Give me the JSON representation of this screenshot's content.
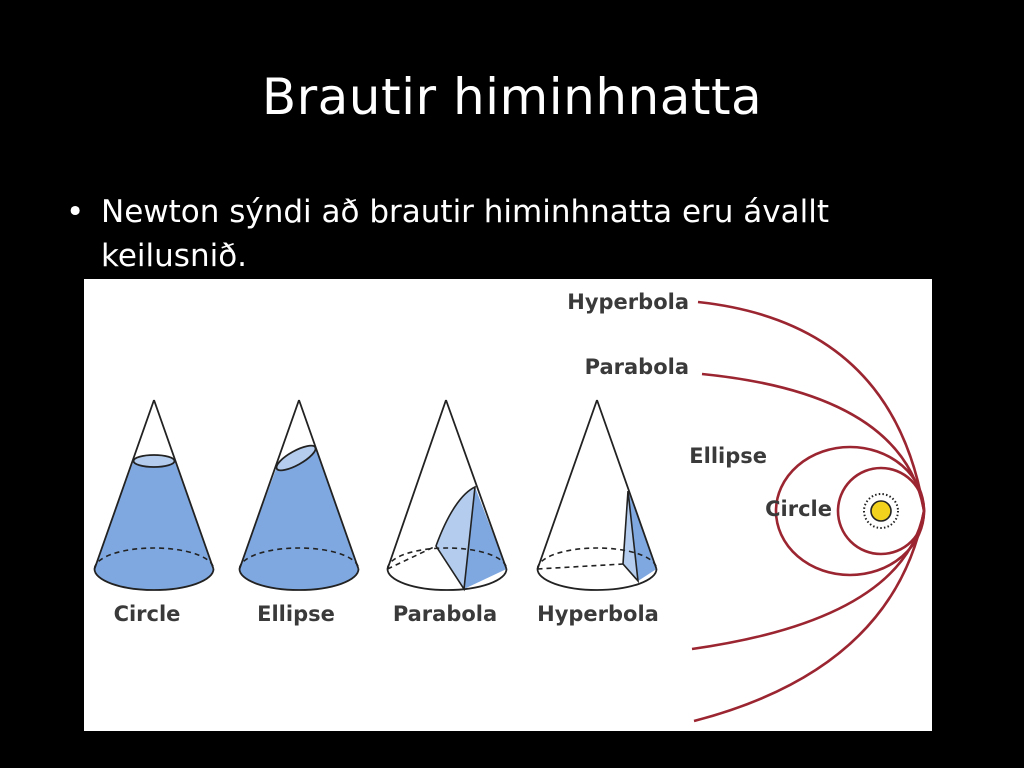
{
  "slide": {
    "title": "Brautir himinhnatta",
    "bullet_symbol": "•",
    "bullet_text": "Newton sýndi að brautir himinhnatta eru ávallt keilusnið."
  },
  "figure": {
    "cone_labels": [
      "Circle",
      "Ellipse",
      "Parabola",
      "Hyperbola"
    ],
    "orbit_labels": {
      "hyperbola": "Hyperbola",
      "parabola": "Parabola",
      "ellipse": "Ellipse",
      "circle": "Circle"
    },
    "colors": {
      "cone_fill": "#7fa8e0",
      "cone_fill_light": "#b4cdee",
      "orbit_stroke": "#9b2530",
      "sun_fill": "#f2d21c",
      "outline": "#222222"
    }
  }
}
